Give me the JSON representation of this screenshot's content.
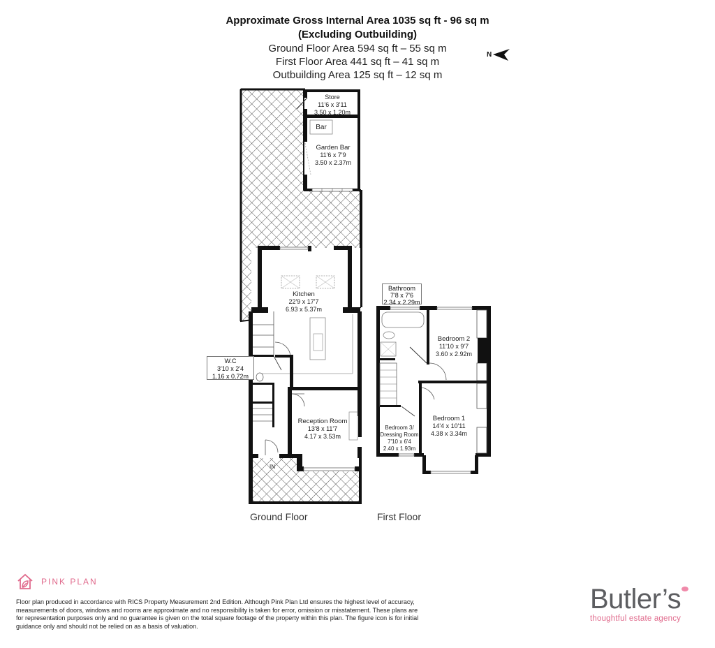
{
  "header": {
    "title": "Approximate Gross Internal Area 1035 sq ft - 96 sq m",
    "subtitle": "(Excluding Outbuilding)",
    "areas": [
      "Ground Floor Area 594 sq ft – 55 sq m",
      "First Floor Area 441 sq ft – 41 sq m",
      "Outbuilding Area 125 sq ft – 12 sq m"
    ]
  },
  "compass": {
    "label": "N",
    "icon": "north-arrow-icon"
  },
  "outbuilding": {
    "store": {
      "name": "Store",
      "imperial": "11'6 x 3'11",
      "metric": "3.50 x 1.20m"
    },
    "bar_label": "Bar",
    "garden_bar": {
      "name": "Garden Bar",
      "imperial": "11'6 x 7'9",
      "metric": "3.50 x 2.37m"
    }
  },
  "ground_floor": {
    "label": "Ground Floor",
    "kitchen": {
      "name": "Kitchen",
      "imperial": "22'9 x 17'7",
      "metric": "6.93 x 5.37m"
    },
    "wc": {
      "name": "W.C",
      "imperial": "3'10 x 2'4",
      "metric": "1.16 x 0.72m"
    },
    "reception": {
      "name": "Reception Room",
      "imperial": "13'8 x 11'7",
      "metric": "4.17 x 3.53m"
    },
    "entrance": "IN"
  },
  "first_floor": {
    "label": "First Floor",
    "bathroom": {
      "name": "Bathroom",
      "imperial": "7'8 x 7'6",
      "metric": "2.34 x 2.29m"
    },
    "bedroom2": {
      "name": "Bedroom 2",
      "imperial": "11'10 x 9'7",
      "metric": "3.60 x 2.92m"
    },
    "bedroom1": {
      "name": "Bedroom 1",
      "imperial": "14'4 x 10'11",
      "metric": "4.38 x 3.34m"
    },
    "bedroom3": {
      "name": "Bedroom 3/",
      "name2": "Dressing Room",
      "imperial": "7'10 x 6'4",
      "metric": "2.40 x 1.93m"
    }
  },
  "footer": {
    "pink_plan": "PINK PLAN",
    "disclaimer": "Floor plan produced in accordance with RICS Property Measurement 2nd Edition. Although Pink Plan Ltd ensures the highest level of accuracy, measurements of doors, windows and rooms are approximate and no responsibility is taken for error, omission or misstatement. These plans are for representation purposes only and no guarantee is given on the total square footage of the property within this plan. The figure icon is for initial guidance only and should not be relied on as a basis of valuation.",
    "agency_name": "Butler’s",
    "agency_tagline": "thoughtful estate agency"
  },
  "colors": {
    "brand_pink": "#e06a8c",
    "agency_grey": "#5c5d60",
    "wall": "#111111"
  }
}
